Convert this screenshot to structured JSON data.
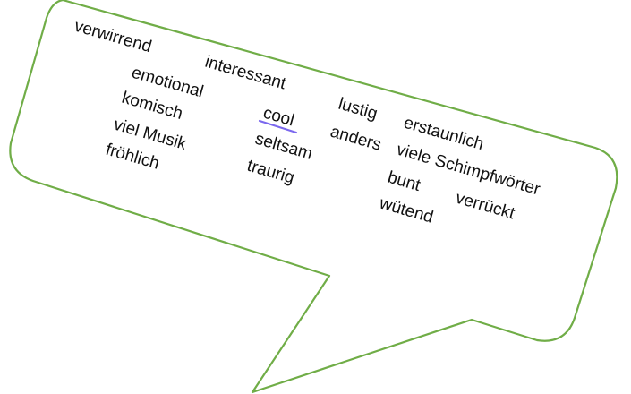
{
  "bubble": {
    "outline_color": "#70ad47",
    "fill_color": "#ffffff"
  },
  "words": {
    "w1": "verwirrend",
    "w2": "interessant",
    "w3": "emotional",
    "w4": "komisch",
    "w5": "viel Musik",
    "w6": "fröhlich",
    "w7": "cool",
    "w8": "seltsam",
    "w9": "traurig",
    "w10": "lustig",
    "w11": "erstaunlich",
    "w12": "anders",
    "w13": "viele Schimpfwörter",
    "w14": "bunt",
    "w15": "verrückt",
    "w16": "wütend"
  },
  "underline": {
    "word": "cool",
    "color": "#7b68ee"
  }
}
